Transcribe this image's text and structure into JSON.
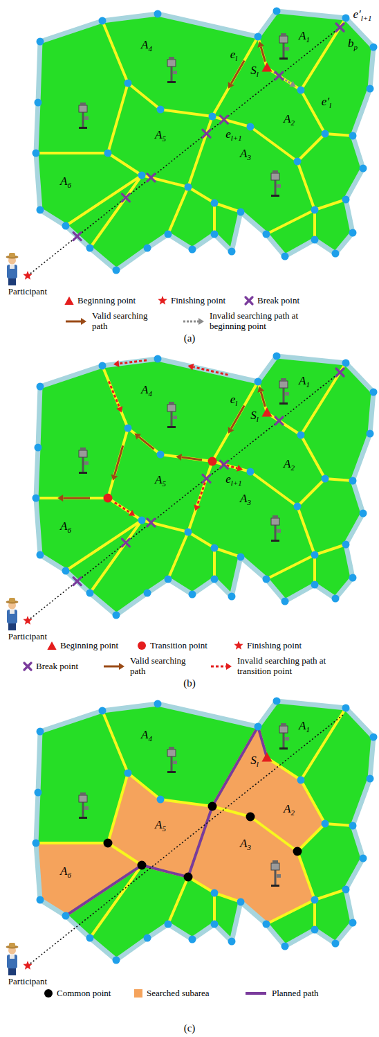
{
  "diagram": {
    "labels": [
      "A1",
      "A2",
      "A3",
      "A4",
      "A5",
      "A6",
      "Sl",
      "el",
      "el+1",
      "e′l+1",
      "bp",
      "e′l",
      "Participant",
      "(a)",
      "A1",
      "A2",
      "A3",
      "A4",
      "A5",
      "A6",
      "Sl",
      "el",
      "el+1",
      "Participant",
      "(b)",
      "A1",
      "A2",
      "A3",
      "A4",
      "A5",
      "A6",
      "Sl",
      "Participant",
      "(c)"
    ],
    "legend": [
      {
        "text": "Beginning point"
      },
      {
        "text": "Finishing point"
      },
      {
        "text": "Break point"
      },
      {
        "text": "Valid searching path"
      },
      {
        "text": "Invalid searching path at beginning point"
      },
      {
        "text": "Beginning point"
      },
      {
        "text": "Transition point"
      },
      {
        "text": "Finishing point"
      },
      {
        "text": "Break point"
      },
      {
        "text": "Valid searching path"
      },
      {
        "text": "Invalid searching path at transition point"
      },
      {
        "text": "Common point"
      },
      {
        "text": "Searched subarea",
        "color": "#f5a35c"
      },
      {
        "text": "Planned path"
      }
    ]
  }
}
